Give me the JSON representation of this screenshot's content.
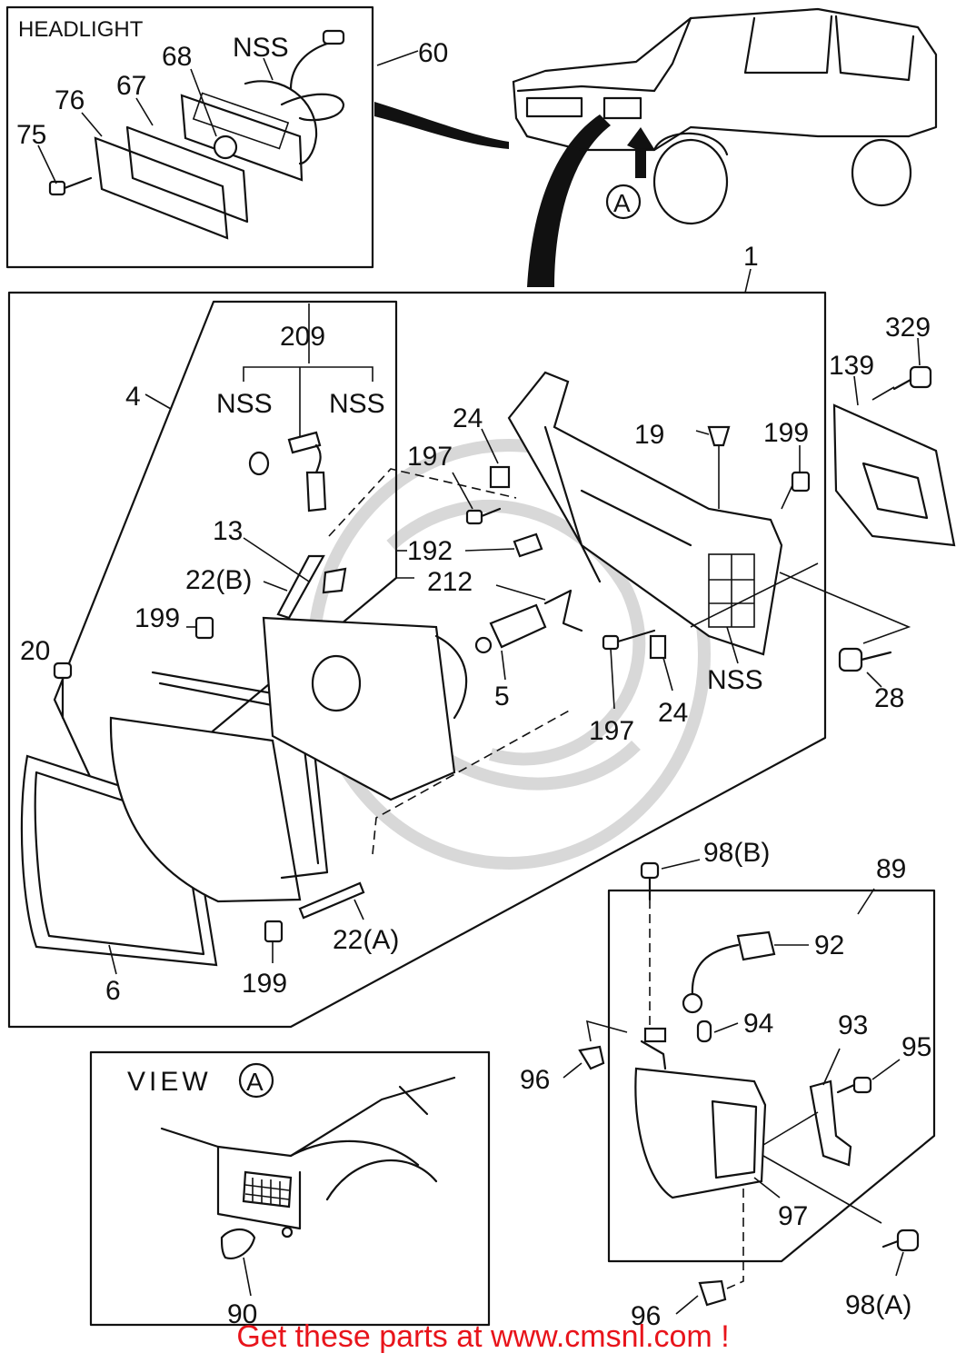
{
  "title": "HEADLIGHT",
  "view_label": "VIEW",
  "view_marker": "A",
  "callouts": {
    "c60": "60",
    "c68": "68",
    "c76": "76",
    "c67": "67",
    "c75": "75",
    "nss_top": "NSS",
    "c1": "1",
    "c4": "4",
    "c209": "209",
    "nss_a": "NSS",
    "nss_b": "NSS",
    "c13": "13",
    "c22b": "22(B)",
    "c199a": "199",
    "c20": "20",
    "c6": "6",
    "c199b": "199",
    "c22a": "22(A)",
    "c24a": "24",
    "c197a": "197",
    "c192": "192",
    "c212": "212",
    "c5": "5",
    "c197b": "197",
    "c24b": "24",
    "nss_c": "NSS",
    "c19": "19",
    "c199c": "199",
    "c28": "28",
    "c139": "139",
    "c329": "329",
    "c98b": "98(B)",
    "c89": "89",
    "c92": "92",
    "c94": "94",
    "c93": "93",
    "c95": "95",
    "c96a": "96",
    "c97": "97",
    "c98a": "98(A)",
    "c96b": "96",
    "c90": "90"
  },
  "footer": "Get these parts at www.cmsnl.com !"
}
